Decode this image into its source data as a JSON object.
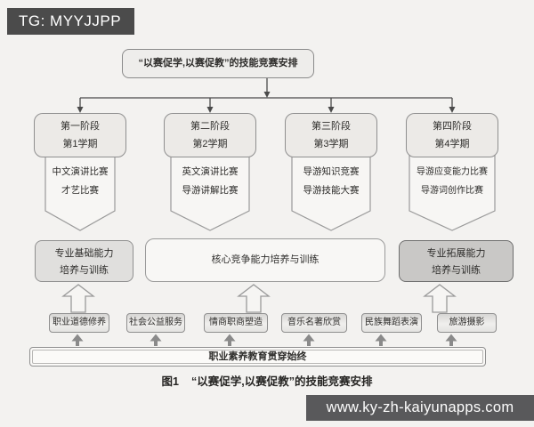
{
  "watermarks": {
    "tg_badge": "TG: MYYJJPP",
    "site": "www.ky-zh-kaiyunapps.com"
  },
  "diagram": {
    "title": "“以赛促学,以赛促教”的技能竞赛安排",
    "stages": [
      {
        "stage": "第一阶段",
        "term": "第1学期",
        "competitions": [
          "中文演讲比赛",
          "才艺比赛"
        ]
      },
      {
        "stage": "第二阶段",
        "term": "第2学期",
        "competitions": [
          "英文演讲比赛",
          "导游讲解比赛"
        ]
      },
      {
        "stage": "第三阶段",
        "term": "第3学期",
        "competitions": [
          "导游知识竞赛",
          "导游技能大赛"
        ]
      },
      {
        "stage": "第四阶段",
        "term": "第4学期",
        "competitions": [
          "导游应变能力比赛",
          "导游词创作比赛"
        ]
      }
    ],
    "abilities": {
      "left": {
        "line1": "专业基础能力",
        "line2": "培养与训练"
      },
      "center": {
        "line1": "核心竞争能力培养与训练"
      },
      "right": {
        "line1": "专业拓展能力",
        "line2": "培养与训练"
      }
    },
    "quality_modules": [
      "职业道德修养",
      "社会公益服务",
      "情商职商塑造",
      "音乐名著欣赏",
      "民族舞蹈表演",
      "旅游摄影"
    ],
    "bottom_bar": "职业素养教育贯穿始终",
    "caption": {
      "label": "图1",
      "text": "“以赛促学,以赛促教”的技能竞赛安排"
    }
  },
  "colors": {
    "badge_dark": "#4b4b4b",
    "site_badge_dark": "#59595b",
    "node_fill_light": "#eceae7",
    "ability_gray": "#e0dfdd",
    "ability_dark_gray": "#c9c8c6",
    "outline_gray": "#8f8f8f",
    "connector_dark": "#4a4a4a",
    "page_background": "#f3f2f0"
  }
}
